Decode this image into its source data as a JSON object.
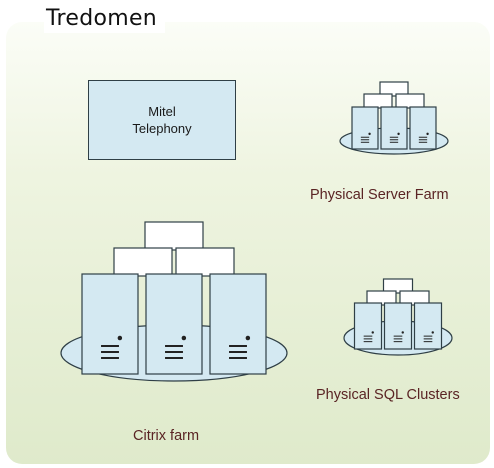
{
  "diagram": {
    "title": "Tredomen",
    "mitel": {
      "line1": "Mitel",
      "line2": "Telephony"
    },
    "labels": {
      "physical_server_farm": "Physical Server Farm",
      "citrix_farm": "Citrix farm",
      "physical_sql_clusters": "Physical SQL Clusters"
    }
  },
  "colors": {
    "server_fill": "#d4e9f2",
    "outline": "#2f3f46",
    "label_text": "#5a2424",
    "panel_top": "#fbfdf7",
    "panel_bottom": "#dfeacb"
  },
  "icons": [
    "server-cluster-icon",
    "server-icon"
  ]
}
